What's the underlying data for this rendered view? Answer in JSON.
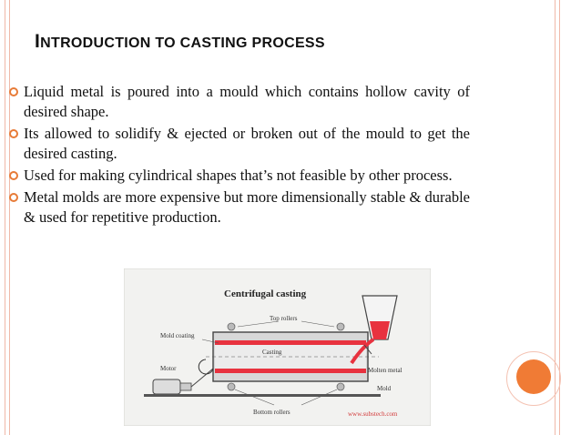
{
  "slide": {
    "title_initial": "I",
    "title_rest": "NTRODUCTION TO CASTING PROCESS"
  },
  "bullets": [
    "Liquid metal is poured into a mould which contains hollow cavity of desired shape.",
    "Its allowed to solidify & ejected or broken out of the mould to get the desired casting.",
    "Used for making cylindrical shapes that’s not feasible by other process.",
    "Metal molds are more expensive but more dimensionally stable & durable & used for repetitive production."
  ],
  "diagram": {
    "title": "Centrifugal casting",
    "labels": {
      "top_rollers": "Top rollers",
      "mold_coating": "Mold coating",
      "casting": "Casting",
      "motor": "Motor",
      "molten_metal": "Molten metal",
      "mold": "Mold",
      "bottom_rollers": "Bottom rollers",
      "credit": "www.substech.com"
    }
  },
  "colors": {
    "accent": "#f07b35",
    "bullet": "#e77b37",
    "rail": "#f0b8a8",
    "molten": "#e8323f"
  }
}
